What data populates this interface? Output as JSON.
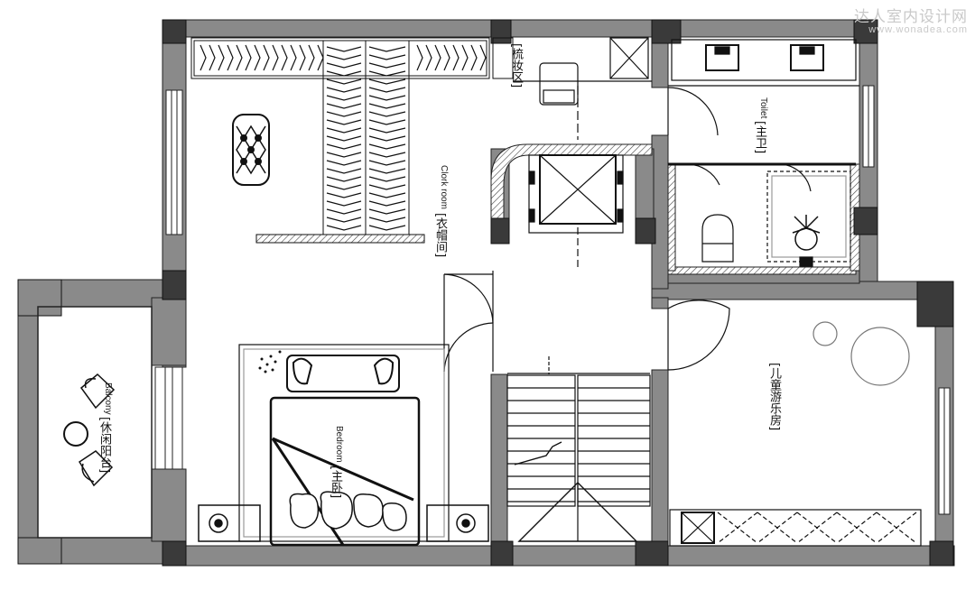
{
  "watermark": {
    "text_cn": "达人室内设计网",
    "url": "www.wonadea.com"
  },
  "rooms": {
    "makeup": {
      "cn": "[梳妆区]"
    },
    "cloakroom": {
      "cn": "[衣帽间]",
      "en": "Clork room"
    },
    "toilet": {
      "cn": "[主卫]",
      "en": "Toilet"
    },
    "bedroom": {
      "cn": "[主卧]",
      "en": "Bedroom"
    },
    "balcony": {
      "cn": "[休闲阳台]",
      "en": "Balcony"
    },
    "kids": {
      "cn": "[儿童游乐房]"
    }
  },
  "colors": {
    "wall": "#8a8a8a",
    "column": "#3d3d3d",
    "line": "#111111",
    "hatch": "#555555"
  }
}
